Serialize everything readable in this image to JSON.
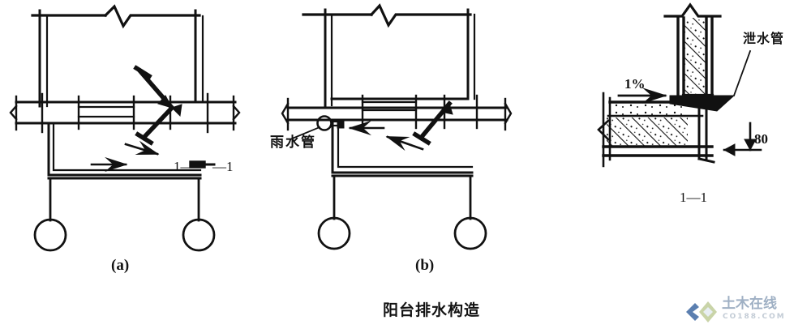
{
  "figure": {
    "caption": "阳台排水构造",
    "caption_meaning": "Balcony drainage construction",
    "background_color": "#ffffff",
    "line_color": "#111111"
  },
  "panels": [
    {
      "id": "a",
      "label": "(a)",
      "section_mark_left": "1—",
      "section_mark_right": "—1",
      "description": "balcony plan with floor drain and flow arrows"
    },
    {
      "id": "b",
      "label": "(b)",
      "annotation": "雨水管",
      "annotation_meaning": "rainwater pipe",
      "description": "balcony plan with rainwater pipe at corner"
    },
    {
      "id": "section",
      "title": "1—1",
      "slope_label": "1%",
      "dimension_label": "80",
      "annotation": "泄水管",
      "annotation_meaning": "drain / weep pipe",
      "description": "1-1 section through balcony edge showing reinforced concrete slab"
    }
  ],
  "watermark": {
    "brand": "土木在线",
    "domain": "CO188.COM",
    "brand_color": "#9fb0c4",
    "domain_color": "#c3ccd6",
    "mark_colors": [
      "#5b7fb0",
      "#aab8c6",
      "#c9d4a8"
    ]
  }
}
